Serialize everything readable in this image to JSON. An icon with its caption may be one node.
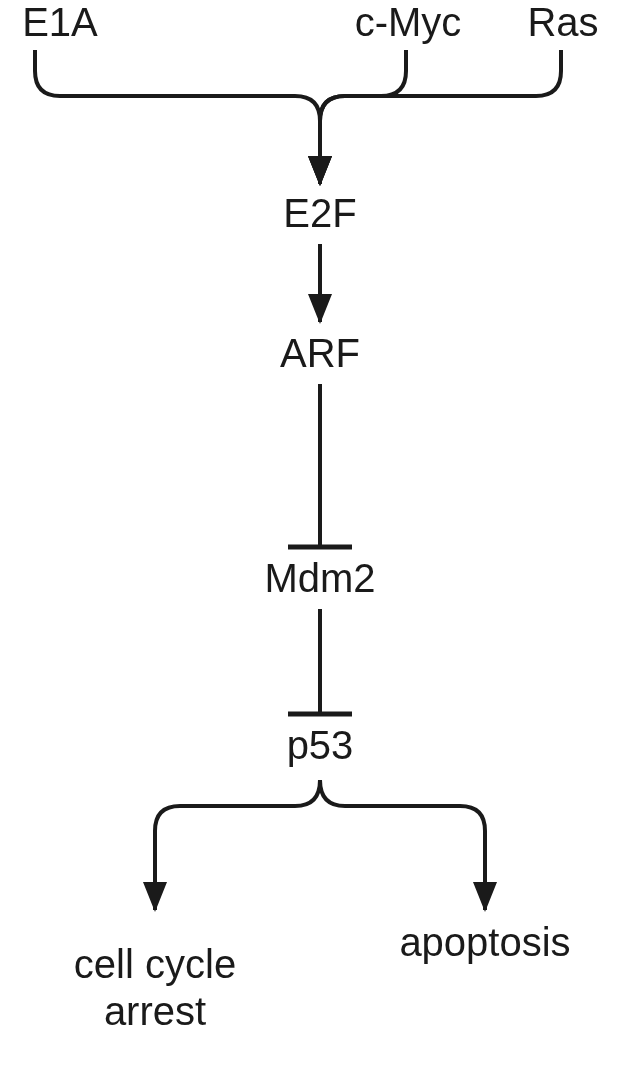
{
  "diagram": {
    "nodes": [
      {
        "text": [
          "E1A"
        ]
      },
      {
        "text": [
          "c-Myc"
        ]
      },
      {
        "text": [
          "Ras"
        ]
      },
      {
        "text": [
          "E2F"
        ]
      },
      {
        "text": [
          "ARF"
        ]
      },
      {
        "text": [
          "Mdm2"
        ]
      },
      {
        "text": [
          "p53"
        ]
      },
      {
        "text": [
          "cell cycle arrest"
        ]
      },
      {
        "text": [
          "apoptosis"
        ]
      }
    ],
    "edges": [
      {
        "from": 0,
        "to": 3,
        "arrow": "to"
      },
      {
        "from": 1,
        "to": 3,
        "arrow": "to"
      },
      {
        "from": 2,
        "to": 3,
        "arrow": "to"
      },
      {
        "from": 3,
        "to": 4,
        "arrow": "to"
      },
      {
        "from": 4,
        "to": 5,
        "arrow": "other"
      },
      {
        "from": 5,
        "to": 6,
        "arrow": "other"
      },
      {
        "from": 6,
        "to": 7,
        "arrow": "to"
      },
      {
        "from": 6,
        "to": 8,
        "arrow": "to"
      }
    ]
  }
}
